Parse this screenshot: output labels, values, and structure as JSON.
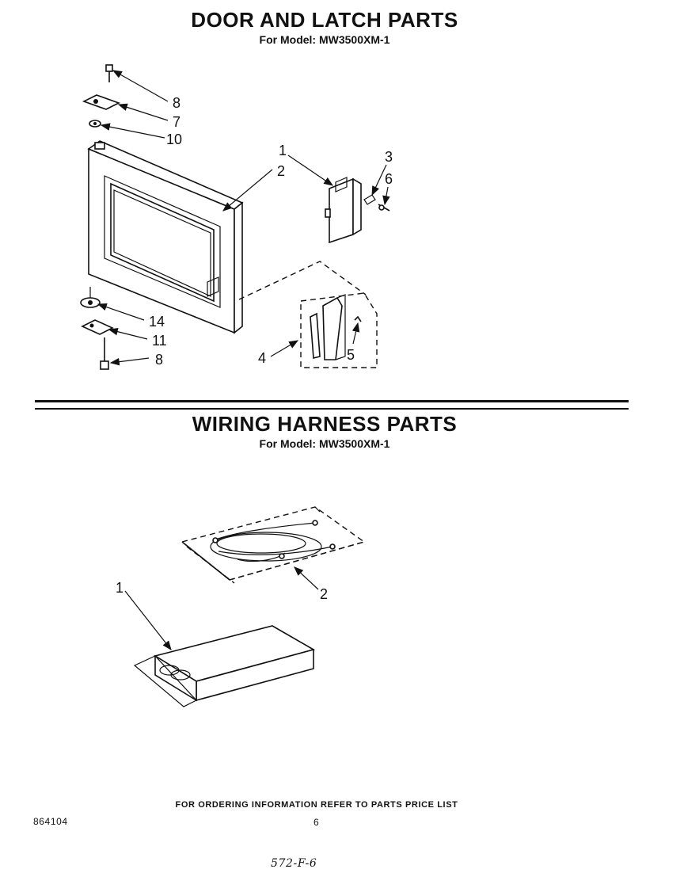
{
  "door_section": {
    "title": "DOOR AND LATCH PARTS",
    "model_line": "For Model: MW3500XM-1",
    "callouts": [
      "8",
      "7",
      "10",
      "1",
      "2",
      "3",
      "6",
      "14",
      "11",
      "8",
      "4",
      "5"
    ]
  },
  "wiring_section": {
    "title": "WIRING HARNESS PARTS",
    "model_line": "For Model: MW3500XM-1",
    "callouts": [
      "2",
      "1"
    ]
  },
  "footer": {
    "ordering_note": "FOR ORDERING INFORMATION REFER TO PARTS PRICE LIST",
    "document_number": "864104",
    "page_number": "6",
    "handwritten_note": "572-F-6"
  }
}
